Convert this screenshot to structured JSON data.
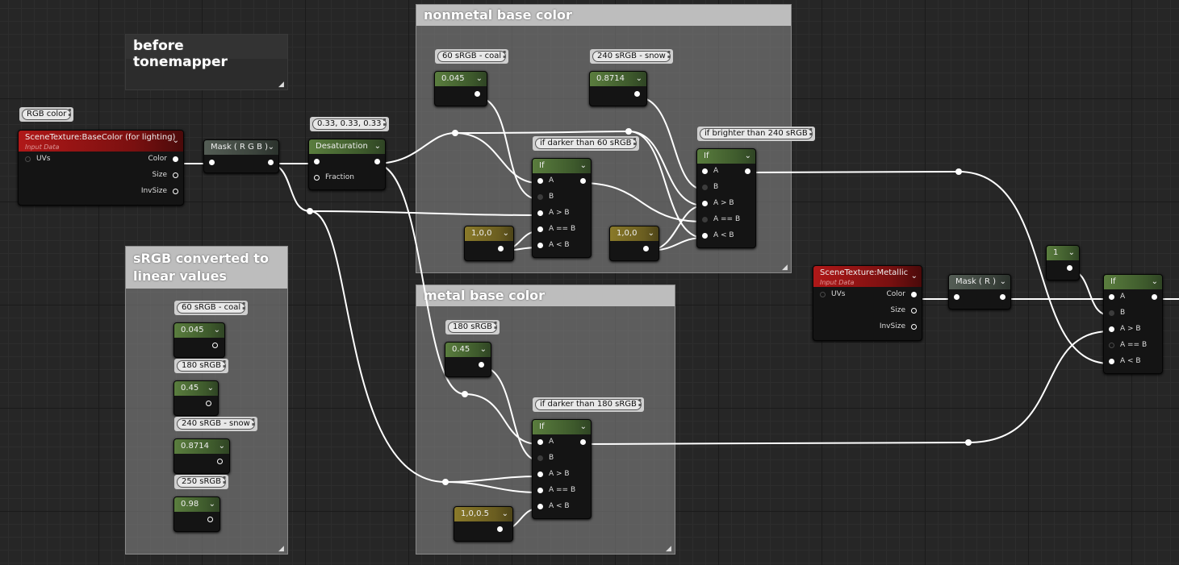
{
  "comments": {
    "before_tonemapper": "before tonemapper",
    "srgb_linear": "sRGB converted to linear values",
    "nonmetal": "nonmetal base color",
    "metal": "metal base color"
  },
  "bubbles": {
    "rgb_color": "RGB color",
    "desat_value": "0.33, 0.33, 0.33",
    "coal": "60 sRGB - coal",
    "snow": "240 sRGB - snow",
    "darker60": "if darker than 60 sRGB",
    "brighter240": "if brighter than 240 sRGB",
    "s180": "180 sRGB",
    "darker180": "if darker than 180 sRGB",
    "left_coal": "60 sRGB - coal",
    "left_180": "180 sRGB",
    "left_snow": "240 sRGB - snow",
    "left_250": "250 sRGB"
  },
  "nodes": {
    "scene_base": {
      "title": "SceneTexture:BaseColor (for lighting)",
      "subtitle": "Input Data",
      "uvs": "UVs",
      "color": "Color",
      "size": "Size",
      "invsize": "InvSize"
    },
    "mask_rgb": {
      "title": "Mask ( R G B )"
    },
    "desaturation": {
      "title": "Desaturation",
      "fraction": "Fraction"
    },
    "c_0045": {
      "title": "0.045"
    },
    "c_08714": {
      "title": "0.8714"
    },
    "if1": {
      "title": "If",
      "a": "A",
      "b": "B",
      "agt": "A > B",
      "aeq": "A == B",
      "alt": "A < B"
    },
    "if2": {
      "title": "If",
      "a": "A",
      "b": "B",
      "agt": "A > B",
      "aeq": "A == B",
      "alt": "A < B"
    },
    "v100a": {
      "title": "1,0,0"
    },
    "v100b": {
      "title": "1,0,0"
    },
    "c_045": {
      "title": "0.45"
    },
    "if3": {
      "title": "If",
      "a": "A",
      "b": "B",
      "agt": "A > B",
      "aeq": "A == B",
      "alt": "A < B"
    },
    "v1005": {
      "title": "1,0,0.5"
    },
    "scene_metal": {
      "title": "SceneTexture:Metallic",
      "subtitle": "Input Data",
      "uvs": "UVs",
      "color": "Color",
      "size": "Size",
      "invsize": "InvSize"
    },
    "mask_r": {
      "title": "Mask ( R )"
    },
    "c_1": {
      "title": "1"
    },
    "if4": {
      "title": "If",
      "a": "A",
      "b": "B",
      "agt": "A > B",
      "aeq": "A == B",
      "alt": "A < B"
    },
    "l_0045": {
      "title": "0.045"
    },
    "l_045": {
      "title": "0.45"
    },
    "l_08714": {
      "title": "0.8714"
    },
    "l_098": {
      "title": "0.98"
    }
  }
}
